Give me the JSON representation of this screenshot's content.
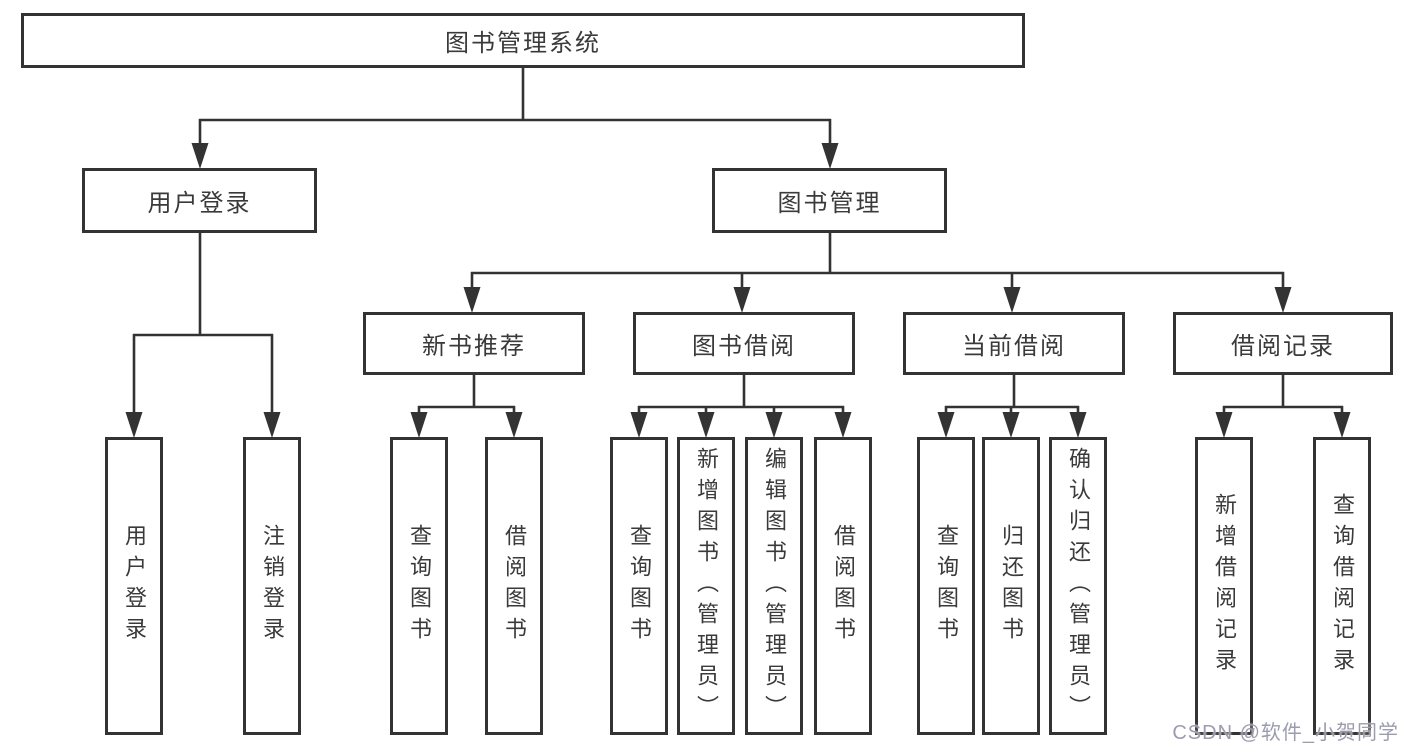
{
  "diagram": {
    "root": "图书管理系统",
    "level2": {
      "user_login": "用户登录",
      "book_mgmt": "图书管理"
    },
    "level3": {
      "new_books": "新书推荐",
      "borrowing": "图书借阅",
      "current": "当前借阅",
      "records": "借阅记录"
    },
    "leaves": {
      "user_login": [
        "用户登录",
        "注销登录"
      ],
      "new_books": [
        "查询图书",
        "借阅图书"
      ],
      "borrowing": [
        "查询图书",
        "新增图书（管理员）",
        "编辑图书（管理员）",
        "借阅图书"
      ],
      "current": [
        "查询图书",
        "归还图书",
        "确认归还（管理员）"
      ],
      "records": [
        "新增借阅记录",
        "查询借阅记录"
      ]
    }
  },
  "watermark": {
    "text": "CSDN @软件_小贺同学",
    "color": "#9c9cae"
  },
  "colors": {
    "line": "#333333",
    "text": "#3a3a3a",
    "background": "#ffffff"
  }
}
